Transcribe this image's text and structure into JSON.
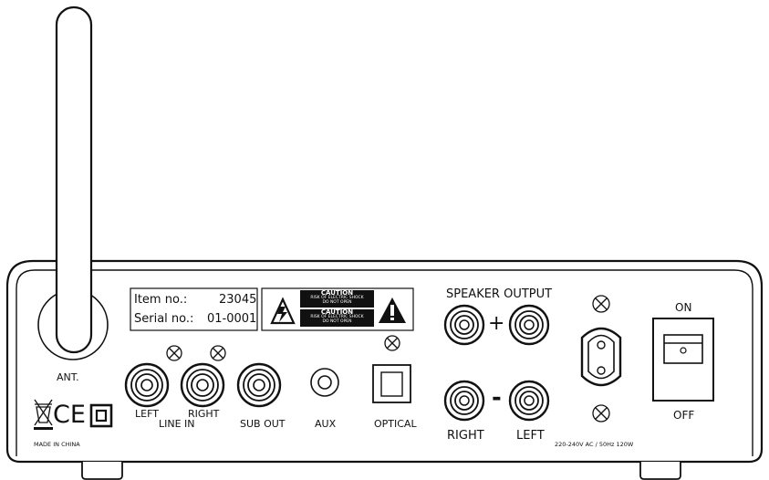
{
  "labels": {
    "item_no_label": "Item no.:",
    "item_no_value": "23045",
    "serial_no_label": "Serial no.:",
    "serial_no_value": "01-0001",
    "caution_title": "CAUTION",
    "caution_line1": "RISK OF ELECTRIC SHOCK",
    "caution_line2": "DO NOT OPEN",
    "speaker_output": "SPEAKER OUTPUT",
    "plus_sign": "+",
    "minus_sign": "-",
    "speaker_right": "RIGHT",
    "speaker_left": "LEFT",
    "power_on": "ON",
    "power_off": "OFF",
    "antenna": "ANT.",
    "line_in_left": "LEFT",
    "line_in_right": "RIGHT",
    "line_in": "LINE IN",
    "sub_out": "SUB OUT",
    "aux": "AUX",
    "optical": "OPTICAL",
    "made_in": "MADE IN CHINA",
    "power_rating": "220-240V AC / 50Hz 120W",
    "ce_mark": "CE"
  },
  "icons": {
    "lightning_warning": "lightning-warning-icon",
    "exclamation_warning": "exclamation-warning-icon",
    "weee_bin": "crossed-bin-icon",
    "double_insulation": "double-insulation-icon",
    "screw": "screw-icon"
  }
}
